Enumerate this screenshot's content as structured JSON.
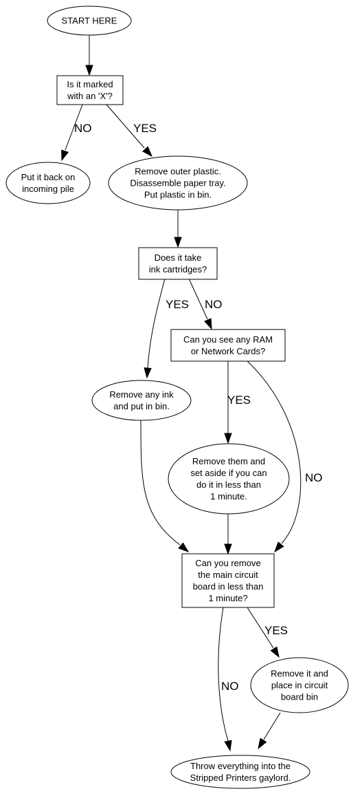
{
  "nodes": {
    "start": {
      "shape": "ellipse",
      "lines": [
        "START HERE"
      ]
    },
    "marked_x": {
      "shape": "box",
      "lines": [
        "Is it marked",
        "with an 'X'?"
      ]
    },
    "put_back": {
      "shape": "ellipse",
      "lines": [
        "Put it back on",
        "incoming pile"
      ]
    },
    "remove_plastic": {
      "shape": "ellipse",
      "lines": [
        "Remove outer plastic.",
        "Disassemble paper tray.",
        "Put plastic in bin."
      ]
    },
    "ink_cartridges": {
      "shape": "box",
      "lines": [
        "Does it take",
        "ink cartridges?"
      ]
    },
    "ram_cards": {
      "shape": "box",
      "lines": [
        "Can you see any RAM",
        "or Network Cards?"
      ]
    },
    "remove_ink": {
      "shape": "ellipse",
      "lines": [
        "Remove any ink",
        "and put in bin."
      ]
    },
    "remove_them": {
      "shape": "ellipse",
      "lines": [
        "Remove them and",
        "set aside if you can",
        "do it in less than",
        "1 minute."
      ]
    },
    "circuit_board": {
      "shape": "box",
      "lines": [
        "Can you remove",
        "the main circuit",
        "board in less than",
        "1 minute?"
      ]
    },
    "remove_board": {
      "shape": "ellipse",
      "lines": [
        "Remove it and",
        "place in circuit",
        "board bin"
      ]
    },
    "throw_everything": {
      "shape": "ellipse",
      "lines": [
        "Throw everything into the",
        "Stripped Printers gaylord."
      ]
    }
  },
  "edges": [
    {
      "id": "start-to-marked",
      "from": "start",
      "to": "marked_x",
      "label": ""
    },
    {
      "id": "marked-no",
      "from": "marked_x",
      "to": "put_back",
      "label": "NO"
    },
    {
      "id": "marked-yes",
      "from": "marked_x",
      "to": "remove_plastic",
      "label": "YES"
    },
    {
      "id": "plastic-to-ink",
      "from": "remove_plastic",
      "to": "ink_cartridges",
      "label": ""
    },
    {
      "id": "ink-yes",
      "from": "ink_cartridges",
      "to": "remove_ink",
      "label": "YES"
    },
    {
      "id": "ink-no",
      "from": "ink_cartridges",
      "to": "ram_cards",
      "label": "NO"
    },
    {
      "id": "ram-yes",
      "from": "ram_cards",
      "to": "remove_them",
      "label": "YES"
    },
    {
      "id": "ram-no",
      "from": "ram_cards",
      "to": "circuit_board",
      "label": "NO"
    },
    {
      "id": "removeink-to-board",
      "from": "remove_ink",
      "to": "circuit_board",
      "label": ""
    },
    {
      "id": "removethem-to-board",
      "from": "remove_them",
      "to": "circuit_board",
      "label": ""
    },
    {
      "id": "board-yes",
      "from": "circuit_board",
      "to": "remove_board",
      "label": "YES"
    },
    {
      "id": "board-no",
      "from": "circuit_board",
      "to": "throw_everything",
      "label": "NO"
    },
    {
      "id": "removeboard-to-throw",
      "from": "remove_board",
      "to": "throw_everything",
      "label": ""
    }
  ]
}
